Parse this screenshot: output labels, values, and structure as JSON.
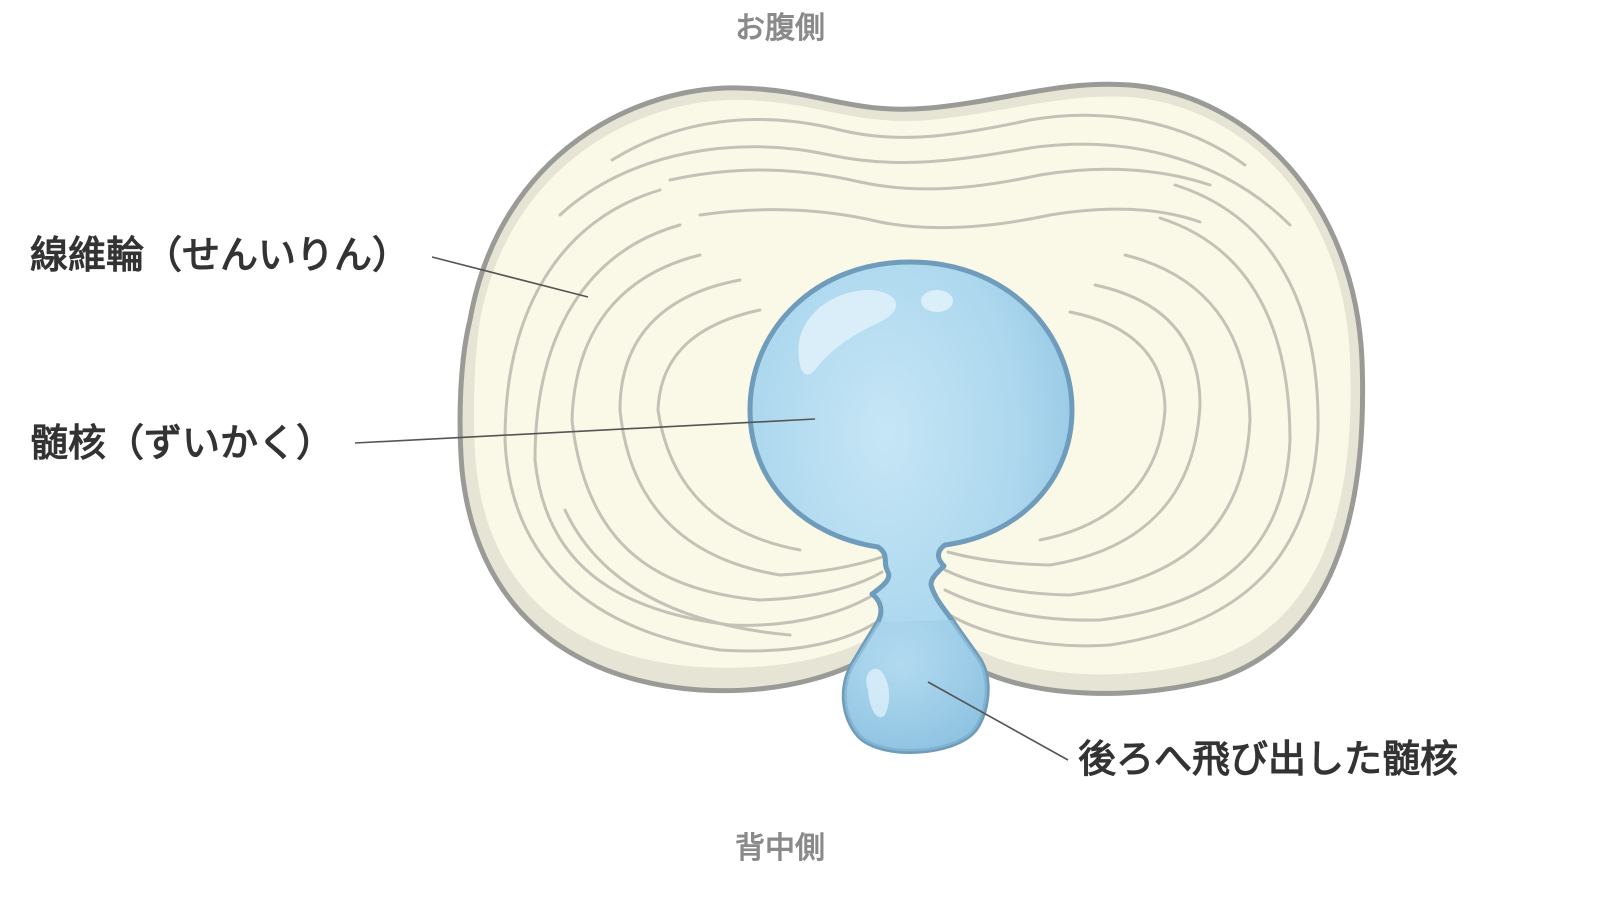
{
  "orientation": {
    "top": "お腹側",
    "bottom": "背中側"
  },
  "labels": {
    "annulus": "線維輪（せんいりん）",
    "nucleus": "髄核（ずいかく）",
    "herniated": "後ろへ飛び出した髄核"
  },
  "colors": {
    "disc_fill": "#faf8e6",
    "disc_shadow": "#e6e4d4",
    "disc_outline": "#9a9a96",
    "ring_lines": "#c4c2b6",
    "nucleus_fill": "#acd7ee",
    "nucleus_outline": "#6e9cba",
    "leader_line": "#555555",
    "label_text": "#333333",
    "orientation_text": "#8a8a8a"
  }
}
